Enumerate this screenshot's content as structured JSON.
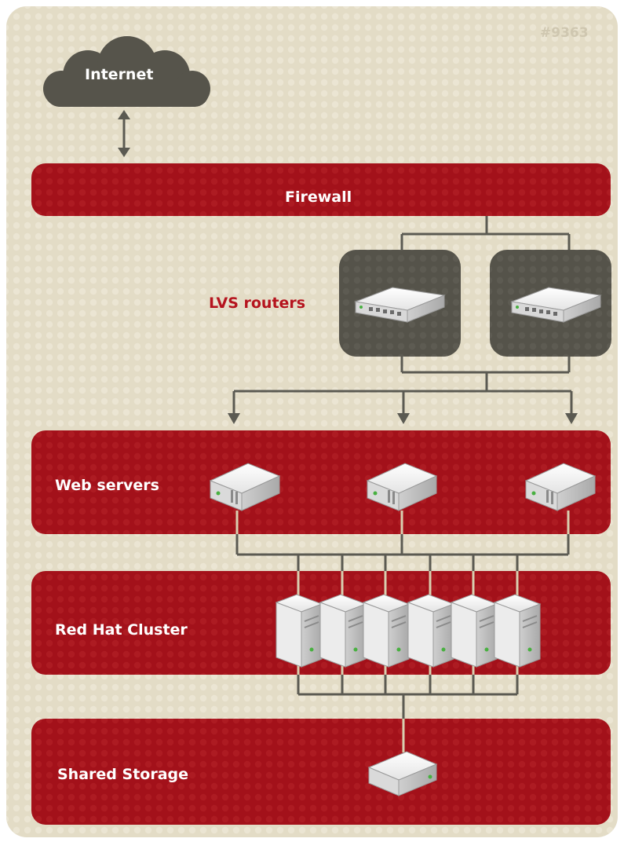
{
  "figure_id": "#9363",
  "nodes": {
    "internet": "Internet",
    "firewall": "Firewall",
    "lvs_routers": "LVS routers",
    "web_servers": "Web servers",
    "cluster": "Red Hat Cluster",
    "storage": "Shared Storage"
  },
  "counts": {
    "lvs_routers": 2,
    "web_servers": 3,
    "cluster_nodes": 6,
    "storage_devices": 1
  },
  "colors": {
    "background": "#e3dcc6",
    "band": "#a3111a",
    "router_box": "#55534a",
    "cloud": "#56544b",
    "line": "#5b5a52",
    "label_red": "#b5141e"
  }
}
